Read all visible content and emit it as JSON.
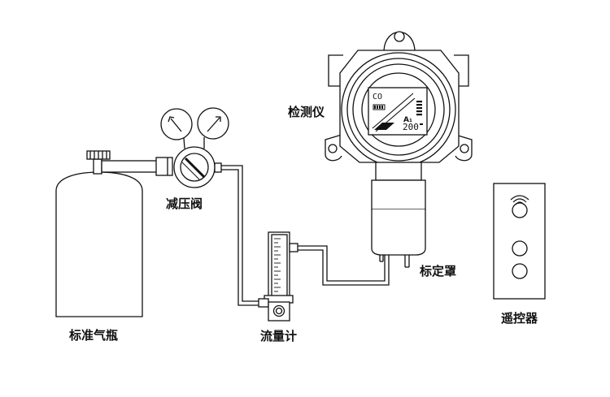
{
  "labels": {
    "cylinder": "标准气瓶",
    "regulator": "减压阀",
    "flowmeter": "流量计",
    "detector": "检测仪",
    "cal_cap": "标定罩",
    "remote": "遥控器"
  },
  "display": {
    "gas_code": "CO",
    "reading": "200",
    "address": "A₁"
  },
  "icons": {
    "remote_signal": "wireless-signal-icon"
  }
}
